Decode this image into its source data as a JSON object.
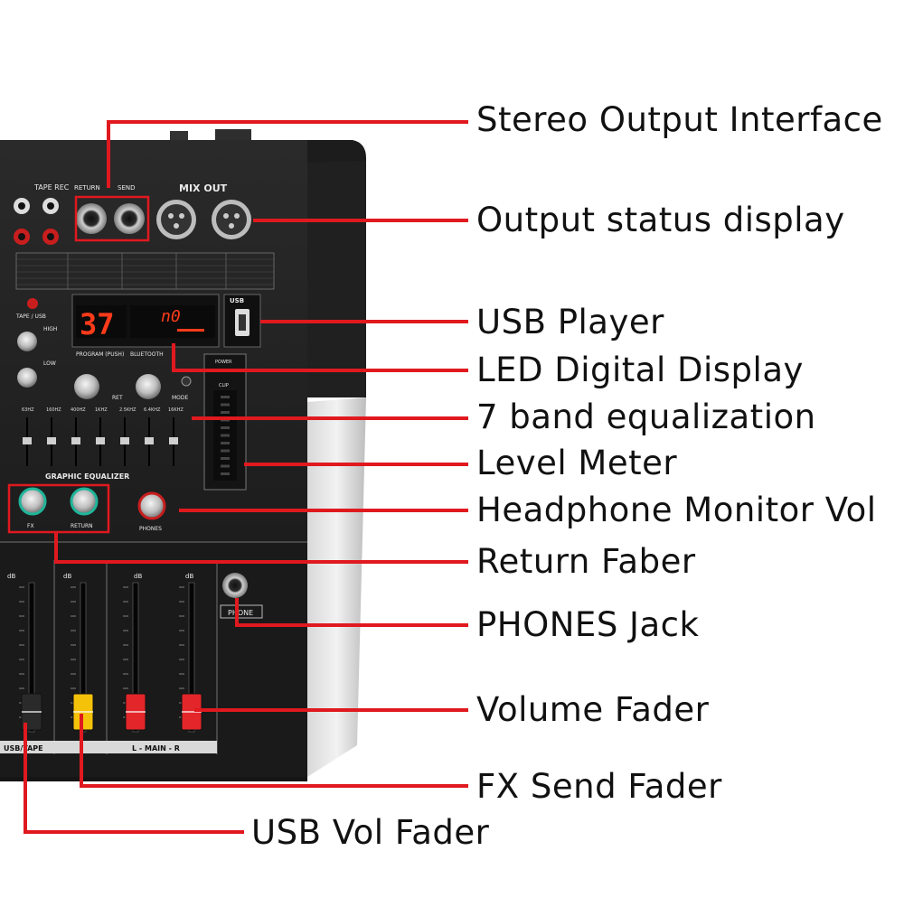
{
  "callouts": {
    "stereo_output_interface": "Stereo Output Interface",
    "output_status_display": "Output status display",
    "usb_player": "USB Player",
    "led_digital_display": "LED Digital Display",
    "seven_band_eq": "7 band equalization",
    "level_meter": "Level Meter",
    "headphone_monitor_vol": "Headphone Monitor Vol",
    "return_faber": "Return Faber",
    "phones_jack": "PHONES Jack",
    "volume_fader": "Volume Fader",
    "fx_send_fader": "FX Send Fader",
    "usb_vol_fader": "USB Vol Fader"
  },
  "panel": {
    "tape_rec": "TAPE REC",
    "return": "RETURN",
    "send": "SEND",
    "mix_out": "MIX OUT",
    "tape_usb": "TAPE / USB",
    "high": "HIGH",
    "low": "LOW",
    "led_program": "37",
    "usb_display": "n0",
    "usb_logo": "USB",
    "program_push": "PROGRAM (PUSH)",
    "bluetooth": "BLUETOOTH",
    "ret": "RET",
    "mode": "MODE",
    "power": "POWER",
    "clip": "CLIP",
    "graphic_equalizer": "GRAPHIC EQUALIZER",
    "eq_bands": [
      "63HZ",
      "160HZ",
      "400HZ",
      "1KHZ",
      "2.5KHZ",
      "6.4KHZ",
      "16KHZ"
    ],
    "fx": "FX",
    "return_knob": "RETURN",
    "phones": "PHONES",
    "phone": "PHONE",
    "db": "dB",
    "usb_tape": "USB/TAPE",
    "l_main_r": "L - MAIN - R"
  },
  "colors": {
    "callout_line": "#e0191f",
    "led_red": "#ff3b1a",
    "fader_yellow": "#f5c20a",
    "fader_red": "#e3262a",
    "knob_ring": "#1fb59a"
  }
}
